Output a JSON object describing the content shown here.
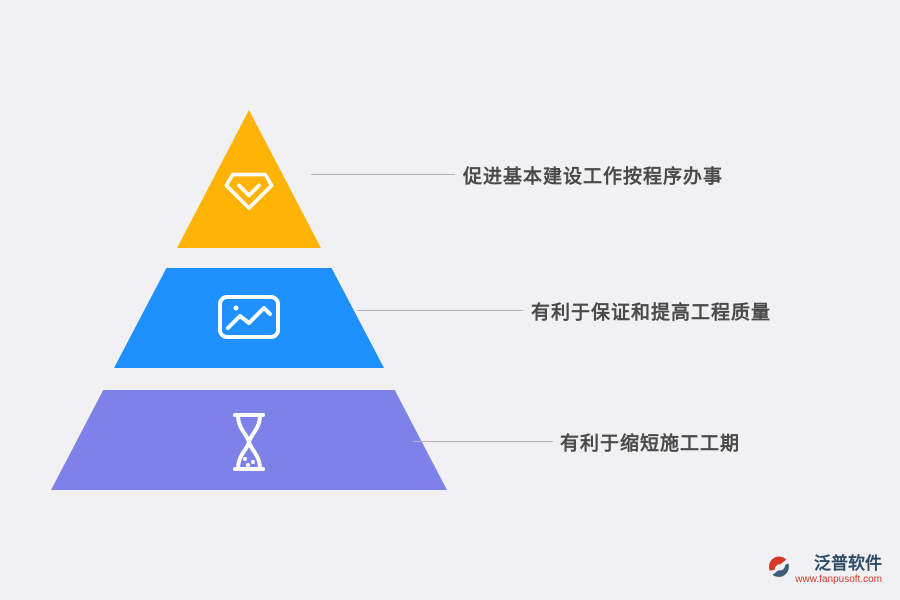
{
  "canvas": {
    "background": "#f1f1f3"
  },
  "pyramid": {
    "tiers": [
      {
        "id": "top",
        "label": "促进基本建设工作按程序办事",
        "color": "#FFB405",
        "icon": "gem-check-icon"
      },
      {
        "id": "middle",
        "label": "有利于保证和提高工程质量",
        "color": "#1E90FF",
        "icon": "image-chart-icon"
      },
      {
        "id": "bottom",
        "label": "有利于缩短施工工期",
        "color": "#7D82E8",
        "icon": "hourglass-icon"
      }
    ],
    "label_color": "#4a4a4a",
    "connector_color": "#b2b2b2"
  },
  "logo": {
    "name": "泛普软件",
    "url": "www.fanpusoft.com",
    "name_color": "#2e4b66",
    "url_color": "#cf3a2b"
  }
}
